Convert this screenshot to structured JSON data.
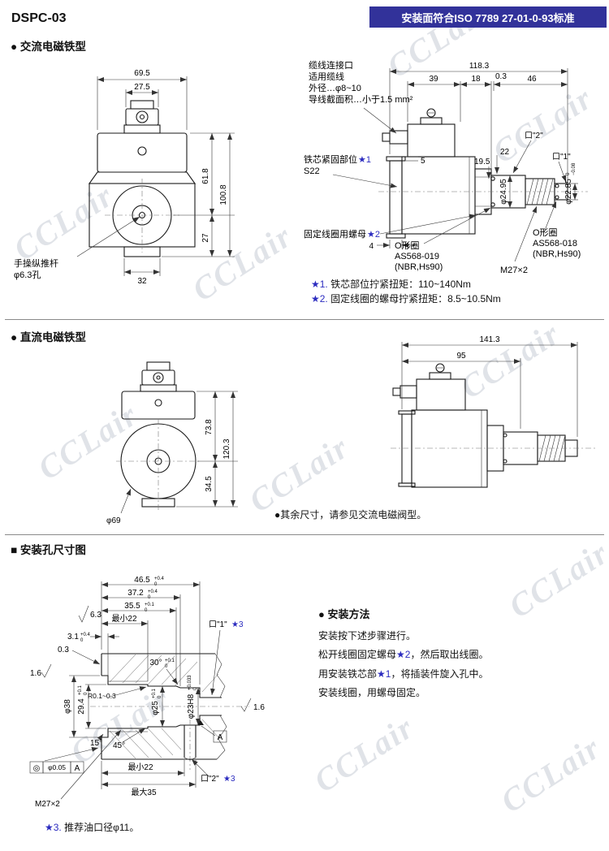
{
  "watermark": "CCLair",
  "header": {
    "model": "DSPC-03",
    "banner": "安装面符合ISO 7789 27-01-0-93标准"
  },
  "ac": {
    "heading": "● 交流电磁铁型",
    "front": {
      "w_body": "69.5",
      "w_knob": "27.5",
      "h_upper": "61.8",
      "h_total": "100.8",
      "h_lower": "27",
      "w_tab": "32",
      "rod_label_1": "手操纵推杆",
      "rod_label_2": "φ6.3孔"
    },
    "side": {
      "cable_1": "缆线连接口",
      "cable_2": "适用缆线",
      "cable_3": "外径…φ8~10",
      "cable_4": "导线截面积…小于1.5 mm²",
      "len_total": "118.3",
      "len_39": "39",
      "len_18": "18",
      "len_03": "0.3",
      "len_46": "46",
      "h_22": "22",
      "h_195": "19.5",
      "dia_2495": "φ24.95",
      "dia_2285": "φ22.85",
      "dia_2285_t1": "0",
      "dia_2285_t2": "−0.08",
      "port_2": "口\"2\"",
      "port_1": "口\"1\"",
      "core_label": "铁芯紧固部位",
      "core_star": "★1",
      "core_s22": "S22",
      "dim_5": "5",
      "dim_4": "4",
      "nut_label": "固定线圈用螺母",
      "nut_star": "★2",
      "oring_a_1": "O形圈",
      "oring_a_2": "AS568-019",
      "oring_a_3": "(NBR,Hs90)",
      "oring_b_1": "O形圈",
      "oring_b_2": "AS568-018",
      "oring_b_3": "(NBR,Hs90)",
      "thread": "M27×2"
    },
    "notes": [
      {
        "star": "★1.",
        "text": " 铁芯部位拧紧扭矩：110~140Nm"
      },
      {
        "star": "★2.",
        "text": " 固定线圈的螺母拧紧扭矩：8.5~10.5Nm"
      }
    ]
  },
  "dc": {
    "heading": "● 直流电磁铁型",
    "front": {
      "h_upper": "73.8",
      "h_total": "120.3",
      "h_lower": "34.5",
      "dia": "φ69"
    },
    "side": {
      "len_total": "141.3",
      "len_95": "95"
    },
    "note": "●其余尺寸，请参见交流电磁阀型。"
  },
  "mount": {
    "heading": "■ 安装孔尺寸图",
    "d465": {
      "v": "46.5",
      "t1": "+0.4",
      "t2": "0"
    },
    "d372": {
      "v": "37.2",
      "t1": "+0.4",
      "t2": "0"
    },
    "d355": {
      "v": "35.5",
      "t1": "+0.1",
      "t2": "0"
    },
    "dmin22": "最小22",
    "d31": {
      "v": "3.1",
      "t1": "+0.4",
      "t2": "0"
    },
    "d03": "0.3",
    "f63": "6.3",
    "f16": "1.6",
    "d38": "φ38",
    "d294": {
      "v": "29.4",
      "t1": "+0.1",
      "t2": "0"
    },
    "a15": "15°",
    "r0103": "R0.1~0.3",
    "a45": "45°",
    "a30": {
      "v": "30°",
      "t1": "+0.1",
      "t2": "0"
    },
    "d25": {
      "v": "φ25",
      "t1": "+0.1",
      "t2": "0"
    },
    "d23": {
      "v": "φ23H8",
      "t1": "+0.033",
      "t2": "0"
    },
    "port1": "口\"1\"",
    "port2": "口\"2\"",
    "port_star": "★3",
    "bmin22": "最小22",
    "bmax35": "最大35",
    "thread": "M27×2",
    "gdt_sym": "◎",
    "gdt_val": "φ0.05",
    "gdt_datum": "A",
    "datum": "A",
    "method": {
      "heading": "● 安装方法",
      "lines": [
        {
          "pre": "安装按下述步骤进行。",
          "star": "",
          "post": ""
        },
        {
          "pre": "松开线圈固定螺母",
          "star": "★2",
          "post": "，然后取出线圈。"
        },
        {
          "pre": "用安装铁芯部",
          "star": "★1",
          "post": "，将插装件旋入孔中。"
        },
        {
          "pre": "安装线圈，用螺母固定。",
          "star": "",
          "post": ""
        }
      ]
    },
    "note": {
      "star": "★3.",
      "text": " 推荐油口径φ11。"
    }
  }
}
